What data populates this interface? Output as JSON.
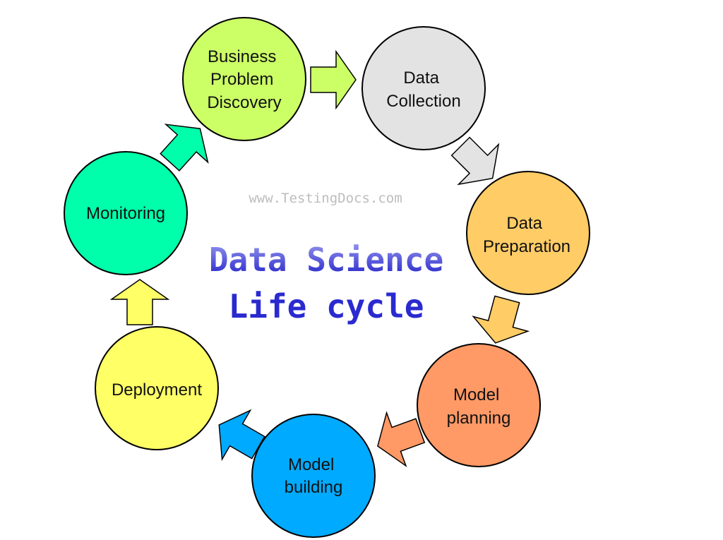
{
  "diagram": {
    "type": "cycle",
    "title_line1": "Data Science",
    "title_line2": "Life cycle",
    "watermark": "www.TestingDocs.com",
    "colors": {
      "title_top": "#9090ee",
      "title_bottom": "#2626cc",
      "stroke": "#000000"
    },
    "stages": [
      {
        "id": "business-problem-discovery",
        "lines": [
          "Business",
          "Problem",
          "Discovery"
        ],
        "color": "#ccff66"
      },
      {
        "id": "data-collection",
        "lines": [
          "Data",
          "Collection"
        ],
        "color": "#e3e3e3"
      },
      {
        "id": "data-preparation",
        "lines": [
          "Data",
          "Preparation"
        ],
        "color": "#ffcc66"
      },
      {
        "id": "model-planning",
        "lines": [
          "Model",
          "planning"
        ],
        "color": "#ff9966"
      },
      {
        "id": "model-building",
        "lines": [
          "Model",
          "building"
        ],
        "color": "#00aaff"
      },
      {
        "id": "deployment",
        "lines": [
          "Deployment"
        ],
        "color": "#ffff66"
      },
      {
        "id": "monitoring",
        "lines": [
          "Monitoring"
        ],
        "color": "#00ffaa"
      }
    ]
  }
}
